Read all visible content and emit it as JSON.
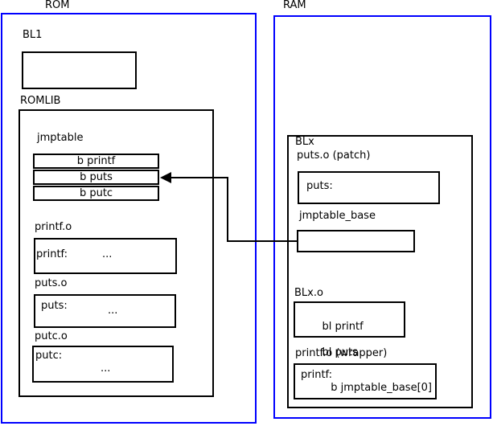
{
  "rom": {
    "title": "ROM",
    "bl1_label": "BL1",
    "romlib_label": "ROMLIB",
    "jmptable": {
      "label": "jmptable",
      "rows": [
        "b printf",
        "b puts",
        "b putc"
      ]
    },
    "printf_o": {
      "label": "printf.o",
      "symbol": "printf:",
      "body": "..."
    },
    "puts_o": {
      "label": "puts.o",
      "symbol": "puts:",
      "body": "..."
    },
    "putc_o": {
      "label": "putc.o",
      "symbol": "putc:",
      "body": "..."
    }
  },
  "ram": {
    "title": "RAM",
    "blx_label": "BLx",
    "puts_patch": {
      "label": "puts.o (patch)",
      "symbol": "puts:"
    },
    "jmptable_base": {
      "label": "jmptable_base"
    },
    "blx_o": {
      "label": "BLx.o",
      "lines": [
        "bl printf",
        "bl puts"
      ]
    },
    "printf_wrapper": {
      "label": "printf.o (wrapper)",
      "symbol": "printf:",
      "instruction": "b jmptable_base[0]"
    }
  },
  "arrow": {
    "from": "jmptable_base",
    "to": "jmptable row b puts"
  },
  "colors": {
    "region_border": "#0000ff",
    "box_border": "#000000",
    "arrow": "#000000",
    "text": "#000000",
    "background": "#ffffff"
  }
}
